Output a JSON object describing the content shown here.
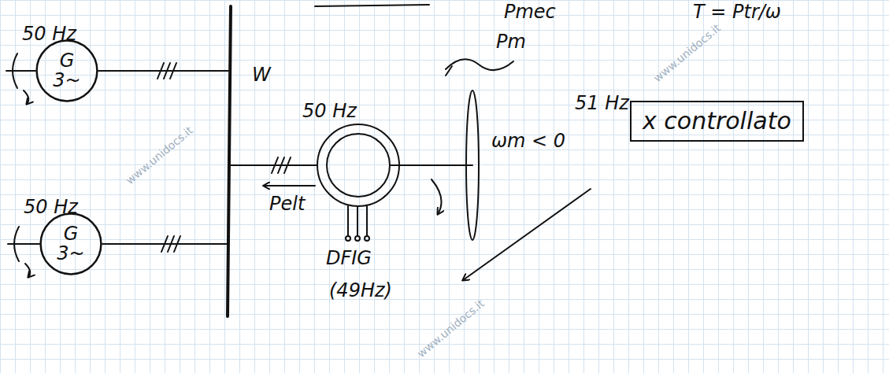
{
  "diagram": {
    "nodes": [
      {
        "text": [
          "G 3~"
        ]
      },
      {
        "text": [
          "G 3~"
        ]
      },
      {
        "text": [
          "x controllato"
        ]
      }
    ],
    "labels": [
      "Pmec",
      "T = Ptr/ω",
      "50 Hz",
      "50 Hz",
      "W",
      "50 Hz",
      "Pm",
      "ωm < 0",
      "51 Hz",
      "Pelt",
      "DFIG",
      "(49Hz)",
      "www.unidocs.it",
      "www.unidocs.it",
      "www.unidocs.it"
    ]
  }
}
